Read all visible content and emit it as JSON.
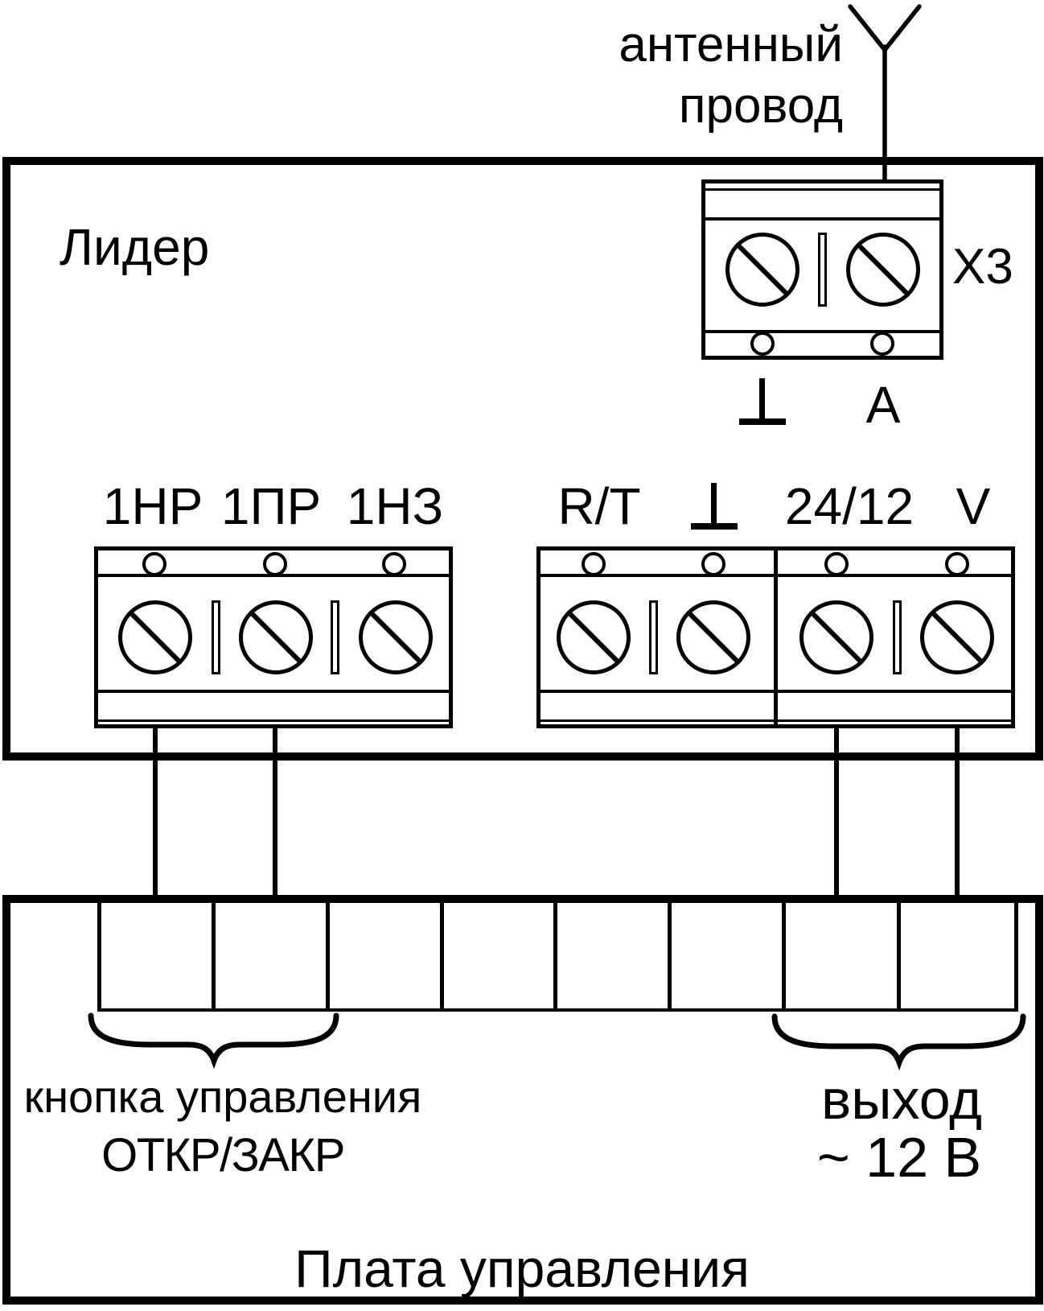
{
  "colors": {
    "ink": "#000000",
    "paper": "#ffffff"
  },
  "antenna": {
    "label": [
      "антенный",
      "провод"
    ]
  },
  "leader": {
    "title": "Лидер",
    "x3": {
      "name": "X3",
      "pins": [
        "⊥",
        "А"
      ]
    },
    "relay": {
      "pins": [
        "1НР",
        "1ПР",
        "1НЗ"
      ]
    },
    "radio": {
      "pins": [
        "R/T",
        "⊥"
      ]
    },
    "power": {
      "pins": [
        "24/12",
        "V"
      ]
    }
  },
  "board": {
    "title": "Плата управления",
    "button": {
      "line1": "кнопка управления",
      "line2": "ОТКР/ЗАКР"
    },
    "output": {
      "line1": "выход",
      "line2": "~ 12 В"
    }
  }
}
